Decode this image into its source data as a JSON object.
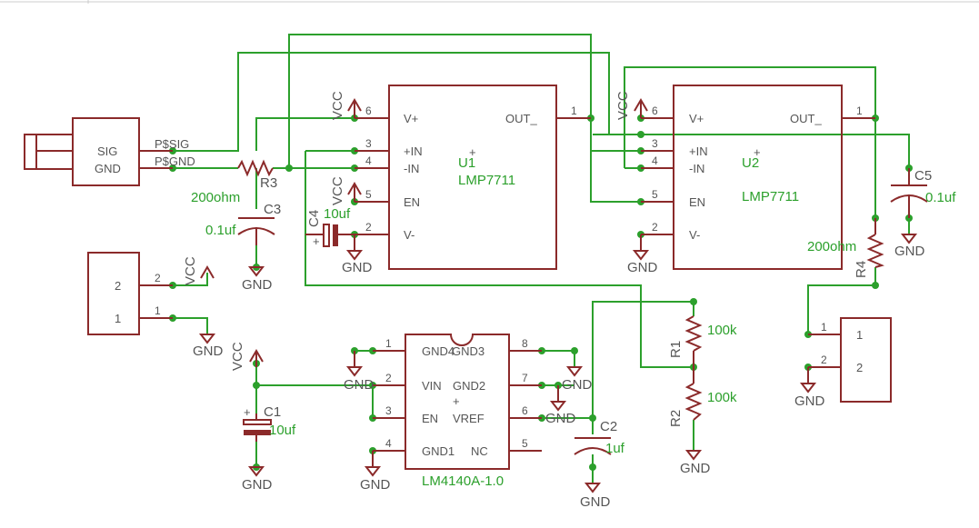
{
  "components": {
    "j_bnc": {
      "name": "",
      "pins": {
        "sig": "SIG",
        "gnd": "GND"
      }
    },
    "u1": {
      "name": "U1",
      "value": "LMP7711",
      "pins": {
        "vp": "V+",
        "inp": "+IN",
        "inn": "-IN",
        "en": "EN",
        "vn": "V-",
        "out": "OUT_"
      },
      "nums": {
        "vp": "6",
        "inp": "3",
        "inn": "4",
        "en": "5",
        "vn": "2",
        "out": "1"
      }
    },
    "u2": {
      "name": "U2",
      "value": "LMP7711",
      "pins": {
        "vp": "V+",
        "inp": "+IN",
        "inn": "-IN",
        "en": "EN",
        "vn": "V-",
        "out": "OUT_"
      },
      "nums": {
        "vp": "6",
        "inp": "3",
        "inn": "4",
        "en": "5",
        "vn": "2",
        "out": "1"
      }
    },
    "u3": {
      "name": "",
      "value": "LM4140A-1.0",
      "pins": {
        "gnd4": "GND4",
        "gnd3": "GND3",
        "vin": "VIN",
        "gnd2": "GND2",
        "en": "EN",
        "vref": "VREF",
        "gnd1": "GND1",
        "nc": "NC"
      },
      "nums": {
        "p1": "1",
        "p2": "2",
        "p3": "3",
        "p4": "4",
        "p5": "5",
        "p6": "6",
        "p7": "7",
        "p8": "8"
      }
    },
    "r1": {
      "name": "R1",
      "value": "100k"
    },
    "r2": {
      "name": "R2",
      "value": "100k"
    },
    "r3": {
      "name": "R3",
      "value": "200ohm"
    },
    "r4": {
      "name": "R4",
      "value": "200ohm"
    },
    "c1": {
      "name": "C1",
      "value": "10uf"
    },
    "c2": {
      "name": "C2",
      "value": "1uf"
    },
    "c3": {
      "name": "C3",
      "value": "0.1uf"
    },
    "c4": {
      "name": "C4",
      "value": "10uf"
    },
    "c5": {
      "name": "C5",
      "value": "0.1uf"
    },
    "j_pwr": {
      "pins": {
        "p1": "1",
        "p2": "2"
      },
      "inner": {
        "p1": "1",
        "p2": "2"
      }
    },
    "j_out": {
      "pins": {
        "p1": "1",
        "p2": "2"
      },
      "inner": {
        "p1": "1",
        "p2": "2"
      }
    }
  },
  "nets": {
    "psig": "P$SIG",
    "pgnd": "P$GND"
  },
  "symbols": {
    "gnd": "GND",
    "vcc": "VCC"
  },
  "colors": {
    "wire": "#2ca02c",
    "part": "#8b2a2a",
    "text": "#555555",
    "value": "#2ca02c"
  }
}
